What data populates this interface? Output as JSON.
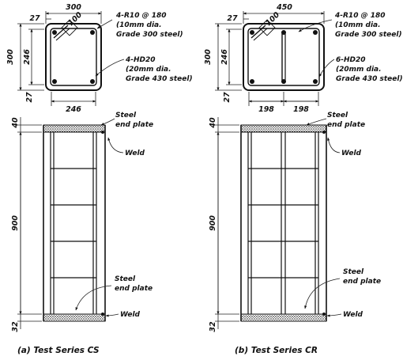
{
  "left": {
    "section_width": "300",
    "section_height": "300",
    "cover_top": "27",
    "inner_height": "246",
    "cover_bottom": "27",
    "inner_width": "246",
    "hook_label": "100",
    "tie_note": [
      "4-R10 @ 180",
      "(10mm dia.",
      "Grade 300 steel)"
    ],
    "bar_note": [
      "4-HD20",
      "(20mm dia.",
      "Grade 430 steel)"
    ],
    "elev_top": "40",
    "elev_height": "900",
    "elev_bottom": "32",
    "plate_top": [
      "Steel",
      "end plate"
    ],
    "weld_top": "Weld",
    "plate_bottom": [
      "Steel",
      "end plate"
    ],
    "weld_bottom": "Weld",
    "caption": "(a) Test Series CS"
  },
  "right": {
    "section_width": "450",
    "section_height": "300",
    "cover_top": "27",
    "inner_height": "246",
    "cover_bottom": "27",
    "inner_width_a": "198",
    "inner_width_b": "198",
    "hook_label": "100",
    "tie_note": [
      "4-R10 @ 180",
      "(10mm dia.",
      "Grade 300 steel)"
    ],
    "bar_note": [
      "6-HD20",
      "(20mm dia.",
      "Grade 430 steel)"
    ],
    "elev_top": "40",
    "elev_height": "900",
    "elev_bottom": "32",
    "plate_top": [
      "Steel",
      "end plate"
    ],
    "weld_top": "Weld",
    "plate_bottom": [
      "Steel",
      "end plate"
    ],
    "weld_bottom": "Weld",
    "caption": "(b) Test Series CR"
  }
}
